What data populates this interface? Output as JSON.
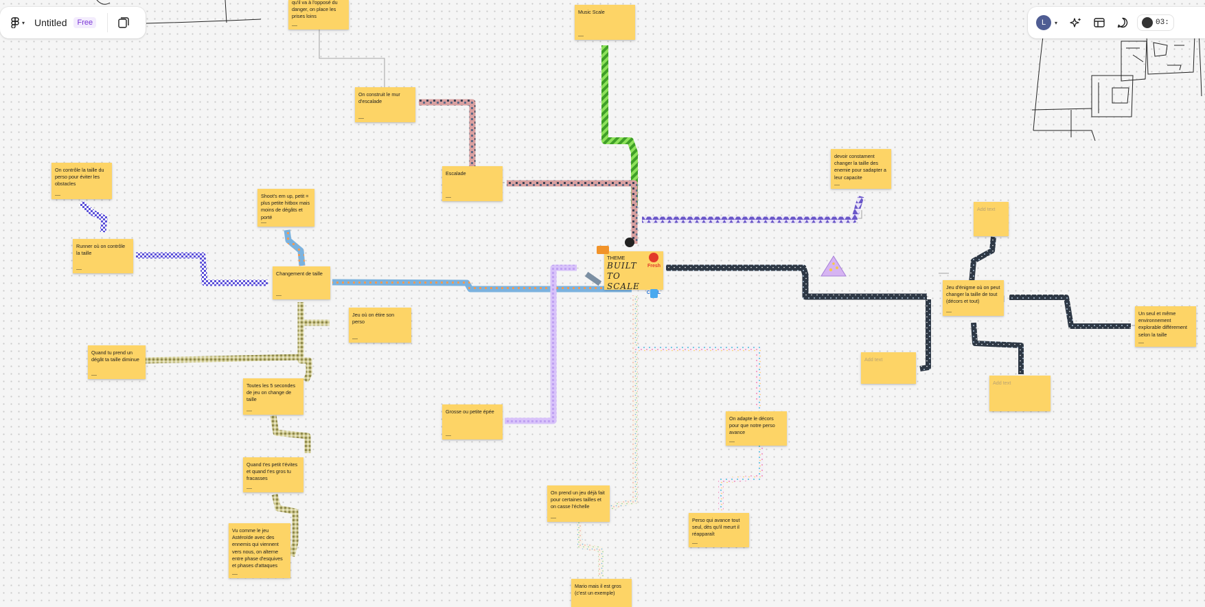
{
  "app": {
    "title": "Untitled",
    "plan_badge": "Free",
    "user_initial": "L",
    "timer": "03:"
  },
  "theme_card": {
    "label": "THEME",
    "handwriting": "BUILT TO SCALE",
    "sticker_fresh": "Fresh",
    "sticker_cool": "COOL"
  },
  "stickies": [
    {
      "id": "prises-loins",
      "text": "qu'il va à l'opposé du danger, on place les prises loins"
    },
    {
      "id": "music-scale",
      "text": "Music Scale"
    },
    {
      "id": "mur-escalade",
      "text": "On construit le mur d'escalade"
    },
    {
      "id": "escalade",
      "text": "Escalade"
    },
    {
      "id": "devoir-taille",
      "text": "devoir constament changer la taille des enemie pour sadapter a leur capacite"
    },
    {
      "id": "controle-taille",
      "text": "On contrôle la taille du perso pour éviter les obstacles"
    },
    {
      "id": "shoot-em-up",
      "text": "Shoot's em up, petit = plus petite hitbox mais moins de dégâts et porté"
    },
    {
      "id": "runner",
      "text": "Runner où on contrôle la taille"
    },
    {
      "id": "changement-taille",
      "text": "Changement de taille"
    },
    {
      "id": "etire-perso",
      "text": "Jeu où on étire son perso"
    },
    {
      "id": "degat-taille",
      "text": "Quand tu prend un dégât ta taille diminue"
    },
    {
      "id": "cinq-secondes",
      "text": "Toutes les 5 secondes de jeu on change de taille"
    },
    {
      "id": "grosse-epee",
      "text": "Grosse ou petite épée"
    },
    {
      "id": "petit-gros",
      "text": "Quand t'es petit t'évites et quand t'es gros tu fracasses"
    },
    {
      "id": "asteroide",
      "text": "Vu comme le jeu Astéroïde avec des ennemis qui viennent vers nous, on alterne entre phase d'esquives et phases d'attaques"
    },
    {
      "id": "jeu-deja-fait",
      "text": "On prend un jeu déjà fait pour certaines tailles et on casse l'échelle"
    },
    {
      "id": "mario",
      "text": "Mario mais il est gros (c'est un exemple)"
    },
    {
      "id": "adapte-decors",
      "text": "On adapte le décors pour que notre perso avance"
    },
    {
      "id": "perso-avance",
      "text": "Perso qui avance tout seul, dès qu'il meurt il réapparaît"
    },
    {
      "id": "enigme",
      "text": "Jeu d'énigme où on peut changer la taille de tout (décors et tout)"
    },
    {
      "id": "seul-environnement",
      "text": "Un seul et même environnement explorable différement selon la taille"
    },
    {
      "id": "add-text-1",
      "text": "Add text"
    },
    {
      "id": "add-text-2",
      "text": "Add text"
    },
    {
      "id": "add-text-3",
      "text": "Add text"
    }
  ],
  "colors": {
    "sticky_yellow": "#fdd466",
    "connector_grey": "#a8a8a8",
    "tape_green": "#5fcf3a",
    "tape_dark": "#2f3a4a",
    "tape_purple": "#c9a6f5",
    "tape_checker": "#6a5ae0",
    "tape_olive": "#b7b27c",
    "tape_brick": "#c98a8a",
    "tape_speckle": "#f0eee8",
    "tape_blue": "#6fa6d8"
  },
  "icons": [
    "figma-logo-icon",
    "chevron-down-icon",
    "pages-icon",
    "ai-sparkle-icon",
    "layout-icon",
    "comment-icon",
    "thumbs-up-sticker-icon",
    "pizza-sticker-icon"
  ]
}
